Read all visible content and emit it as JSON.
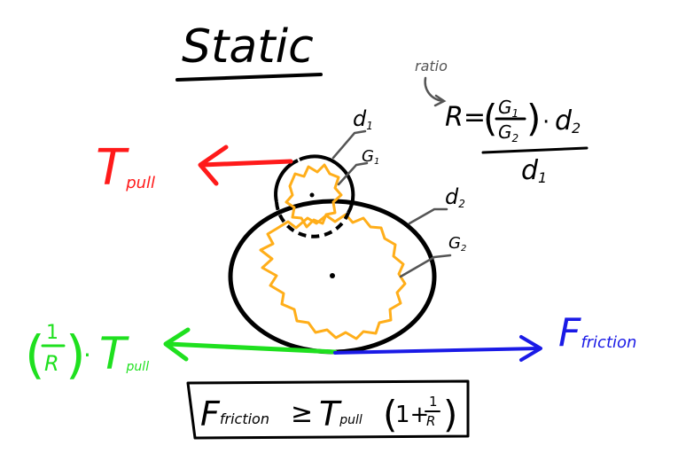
{
  "title": "Static",
  "ratio_note": "ratio",
  "ratio_formula": {
    "lhs": "R=",
    "num_top": "G",
    "num_top_sub": "1",
    "num_bottom": "G",
    "num_bottom_sub": "2",
    "times": "·",
    "d2": "d",
    "d2_sub": "2",
    "denom": "d",
    "denom_sub": "1"
  },
  "labels": {
    "d1": "d",
    "d1_sub": "1",
    "g1": "G",
    "g1_sub": "1",
    "d2": "d",
    "d2_sub": "2",
    "g2": "G",
    "g2_sub": "2"
  },
  "forces": {
    "t_pull": "T",
    "t_pull_sub": "pull",
    "scaled_prefix_num": "1",
    "scaled_prefix_den": "R",
    "scaled_dot": "·",
    "scaled_t": "T",
    "scaled_t_sub": "pull",
    "friction": "F",
    "friction_sub": "friction"
  },
  "inequality": {
    "f": "F",
    "f_sub": "friction",
    "geq": "≥",
    "t": "T",
    "t_sub": "pull",
    "paren_open": "(",
    "one_plus": "1+",
    "frac_num": "1",
    "frac_den": "R",
    "paren_close": ")"
  },
  "colors": {
    "ink": "#000000",
    "red": "#ff1a1a",
    "green": "#1fe01f",
    "blue": "#1a1ae6",
    "orange": "#ffae1a",
    "gray": "#555555"
  }
}
